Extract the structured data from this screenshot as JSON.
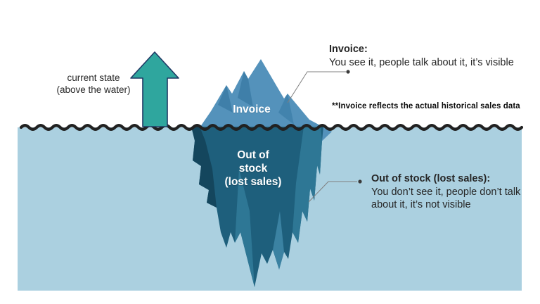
{
  "labels": {
    "current_state_line1": "current state",
    "current_state_line2": "(above the water)",
    "iceberg_above": "Invoice",
    "iceberg_below_line1": "Out of",
    "iceberg_below_line2": "stock",
    "iceberg_below_line3": "(lost sales)"
  },
  "annotations": {
    "invoice_title": "Invoice:",
    "invoice_body": "You see it, people talk about it, it’s visible",
    "footnote": "**Invoice reflects the actual historical sales data",
    "oos_title": "Out of stock (lost sales):",
    "oos_body_line1": "You don’t see it, people don’t talk",
    "oos_body_line2": "about it, it’s not visible"
  },
  "colors": {
    "water": "#abd0e0",
    "wave_line": "#212121",
    "arrow_fill": "#2fa69e",
    "arrow_stroke": "#1f3864",
    "berg_above": "#5492bb",
    "berg_above_facet": "#3f7fa9",
    "berg_above_facet2": "#4283ad",
    "berg_below": "#1e5f7c",
    "berg_below_dark": "#14465d",
    "berg_below_light": "#2e7795",
    "berg_below_lighter": "#3b82a2",
    "connector": "#808080",
    "dot": "#3a3a3a"
  }
}
